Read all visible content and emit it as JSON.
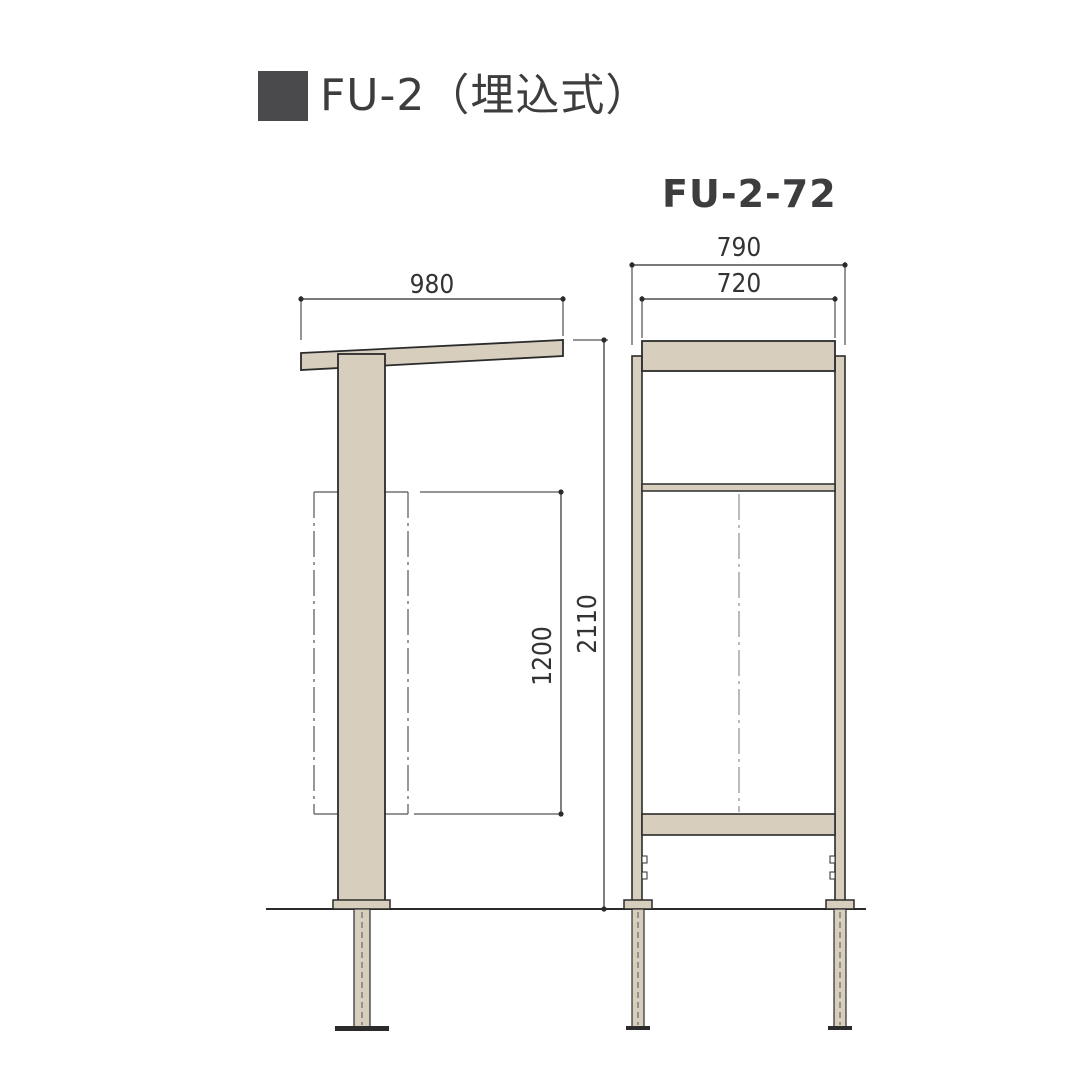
{
  "header": {
    "title": "FU-2（埋込式）"
  },
  "front_view": {
    "model_label": "FU-2-72"
  },
  "dimensions": {
    "side_width": "980",
    "side_inner_height": "1200",
    "total_height": "2110",
    "front_outer_width": "790",
    "front_inner_width": "720"
  },
  "colors": {
    "beige_fill": "#d8cebd",
    "outline": "#2b2b2b",
    "title_square": "#4a4a4c"
  }
}
